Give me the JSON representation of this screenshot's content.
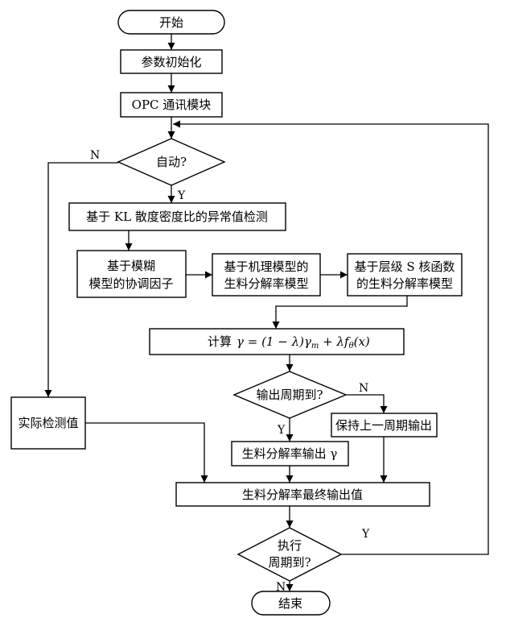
{
  "flowchart": {
    "start": "开始",
    "init": "参数初始化",
    "opc": "OPC 通讯模块",
    "auto": "自动?",
    "kl": "基于 KL 散度密度比的异常值检测",
    "fuzzy": [
      "基于模糊",
      "模型的协调因子"
    ],
    "mech": [
      "基于机理模型的",
      "生料分解率模型"
    ],
    "kernel": [
      "基于层级 S 核函数",
      "的生料分解率模型"
    ],
    "calc_prefix": "计算",
    "formula": "γ = (1 − λ)γm + λfθ(x)",
    "out_period": "输出周期到?",
    "keep": "保持上一周期输出",
    "actual": "实际检测值",
    "out_gamma": "生料分解率输出 γ",
    "final": "生料分解率最终输出值",
    "exec": [
      "执行",
      "周期到?"
    ],
    "end": "结束",
    "yes": "Y",
    "no": "N"
  }
}
